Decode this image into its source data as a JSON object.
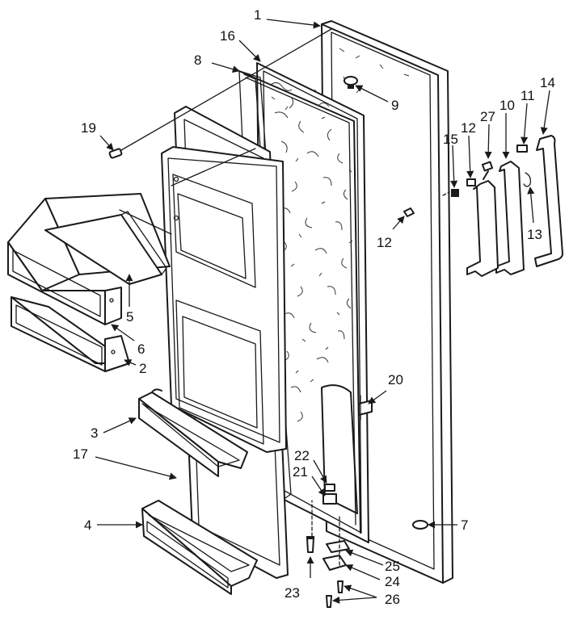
{
  "callouts": {
    "c1": "1",
    "c2": "2",
    "c3": "3",
    "c4": "4",
    "c5": "5",
    "c6": "6",
    "c7": "7",
    "c8": "8",
    "c9": "9",
    "c10": "10",
    "c11": "11",
    "c12a": "12",
    "c12b": "12",
    "c13": "13",
    "c14": "14",
    "c15": "15",
    "c16": "16",
    "c17": "17",
    "c19": "19",
    "c20": "20",
    "c21": "21",
    "c22": "22",
    "c23": "23",
    "c24": "24",
    "c25": "25",
    "c26": "26",
    "c27": "27"
  },
  "colors": {
    "line": "#1a1a1a",
    "background": "#ffffff"
  }
}
